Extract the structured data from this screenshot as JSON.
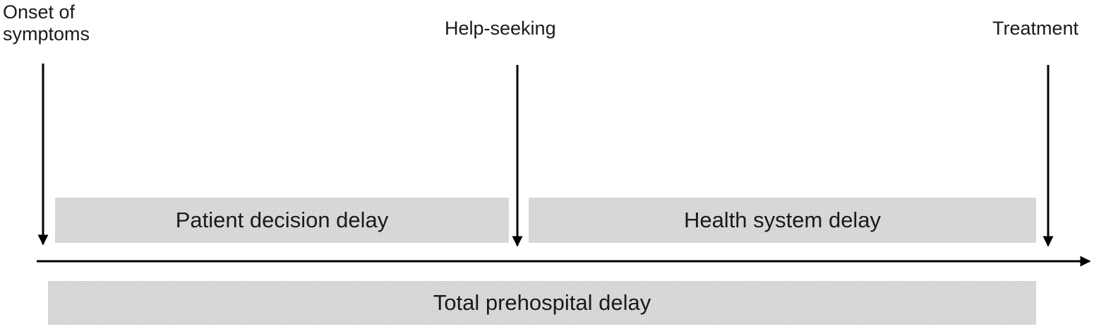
{
  "milestones": {
    "onset_line1": "Onset of",
    "onset_line2": "symptoms",
    "help_seeking": "Help-seeking",
    "treatment": "Treatment"
  },
  "intervals": {
    "patient": "Patient decision delay",
    "health": "Health system delay",
    "total": "Total prehospital delay"
  },
  "colors": {
    "box_fill": "#d9d9d9",
    "line": "#000000",
    "text": "#1a1a1a"
  }
}
